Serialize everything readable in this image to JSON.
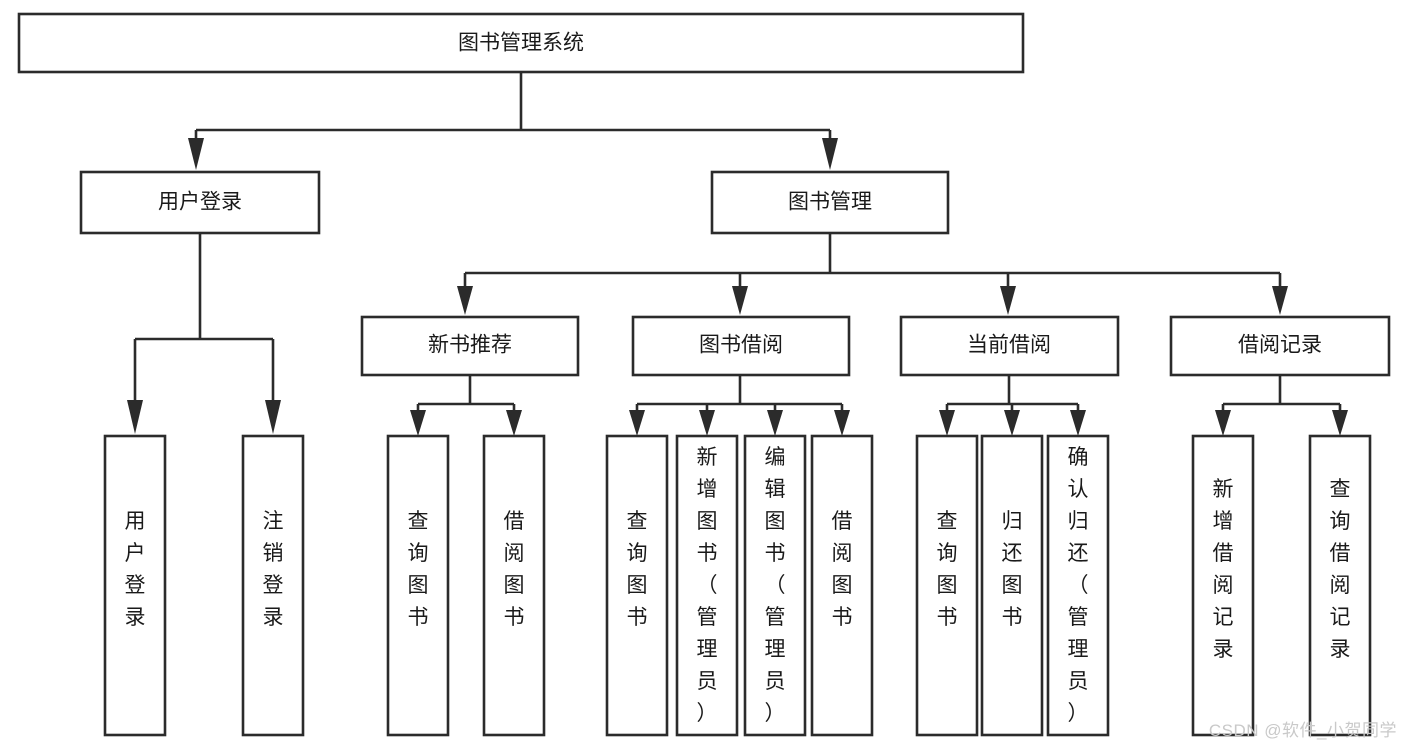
{
  "diagram": {
    "title": "图书管理系统",
    "type": "tree-hierarchy-diagram",
    "watermark": "CSDN @软件_小贺同学",
    "colors": {
      "box_fill": "#ffffff",
      "box_stroke": "#2b2b2b",
      "connector": "#2b2b2b",
      "text": "#1a1a1a",
      "watermark": "#c9c9c9",
      "background": "#ffffff"
    },
    "root": {
      "id": "root",
      "label": "图书管理系统",
      "orientation": "horizontal"
    },
    "level1": [
      {
        "id": "user-login",
        "label": "用户登录",
        "orientation": "horizontal"
      },
      {
        "id": "book-management",
        "label": "图书管理",
        "orientation": "horizontal"
      }
    ],
    "level2": [
      {
        "id": "new-book-recommend",
        "label": "新书推荐",
        "parent": "book-management",
        "orientation": "horizontal"
      },
      {
        "id": "book-borrow",
        "label": "图书借阅",
        "parent": "book-management",
        "orientation": "horizontal"
      },
      {
        "id": "current-borrow",
        "label": "当前借阅",
        "parent": "book-management",
        "orientation": "horizontal"
      },
      {
        "id": "borrow-record",
        "label": "借阅记录",
        "parent": "book-management",
        "orientation": "horizontal"
      }
    ],
    "leaves": [
      {
        "id": "leaf-user-login",
        "label": "用户登录",
        "parent": "user-login",
        "orientation": "vertical"
      },
      {
        "id": "leaf-user-logout",
        "label": "注销登录",
        "parent": "user-login",
        "orientation": "vertical"
      },
      {
        "id": "leaf-query-book-1",
        "label": "查询图书",
        "parent": "new-book-recommend",
        "orientation": "vertical"
      },
      {
        "id": "leaf-borrow-book-1",
        "label": "借阅图书",
        "parent": "new-book-recommend",
        "orientation": "vertical"
      },
      {
        "id": "leaf-query-book-2",
        "label": "查询图书",
        "parent": "book-borrow",
        "orientation": "vertical"
      },
      {
        "id": "leaf-add-book",
        "label": "新增图书（管理员）",
        "parent": "book-borrow",
        "orientation": "vertical"
      },
      {
        "id": "leaf-edit-book",
        "label": "编辑图书（管理员）",
        "parent": "book-borrow",
        "orientation": "vertical"
      },
      {
        "id": "leaf-borrow-book-2",
        "label": "借阅图书",
        "parent": "book-borrow",
        "orientation": "vertical"
      },
      {
        "id": "leaf-query-book-3",
        "label": "查询图书",
        "parent": "current-borrow",
        "orientation": "vertical"
      },
      {
        "id": "leaf-return-book",
        "label": "归还图书",
        "parent": "current-borrow",
        "orientation": "vertical"
      },
      {
        "id": "leaf-confirm-return",
        "label": "确认归还（管理员）",
        "parent": "current-borrow",
        "orientation": "vertical"
      },
      {
        "id": "leaf-add-record",
        "label": "新增借阅记录",
        "parent": "borrow-record",
        "orientation": "vertical"
      },
      {
        "id": "leaf-query-record",
        "label": "查询借阅记录",
        "parent": "borrow-record",
        "orientation": "vertical"
      }
    ]
  }
}
